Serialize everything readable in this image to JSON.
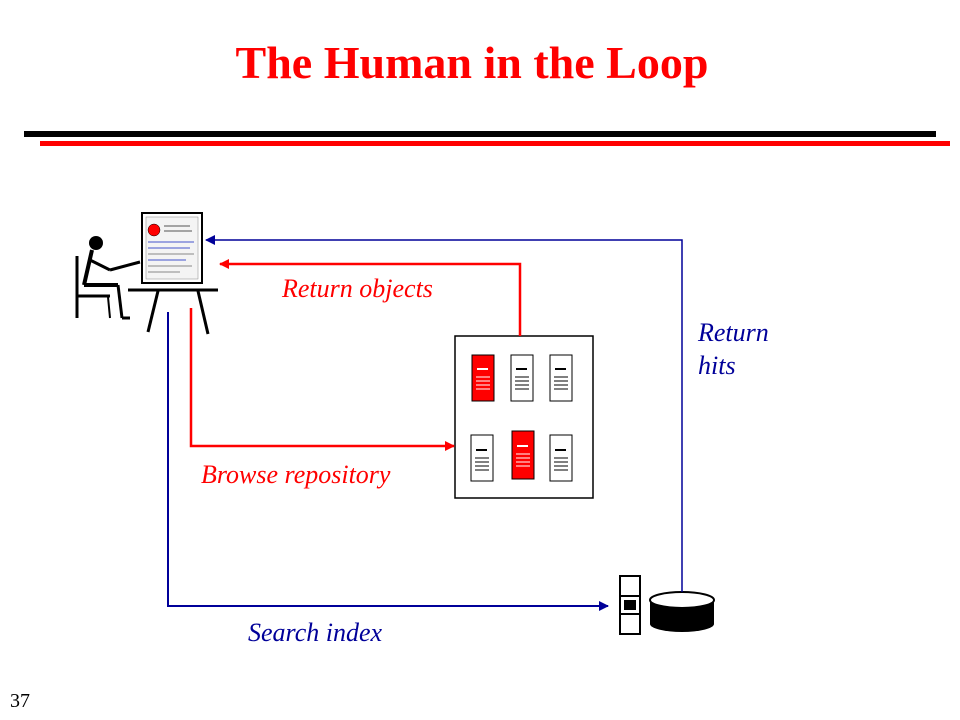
{
  "title": "The Human in the Loop",
  "page_number": "37",
  "labels": {
    "return_objects": "Return objects",
    "browse_repository": "Browse repository",
    "search_index": "Search index",
    "return_hits_line1": "Return",
    "return_hits_line2": "hits"
  },
  "colors": {
    "title": "#ff0000",
    "red_flow": "#ff0000",
    "blue_flow": "#000099",
    "rule_black": "#000000",
    "rule_red": "#ff0000"
  },
  "icons": {
    "user": "user-at-computer-icon",
    "repository": "document-repository-icon",
    "index": "index-database-icon"
  }
}
